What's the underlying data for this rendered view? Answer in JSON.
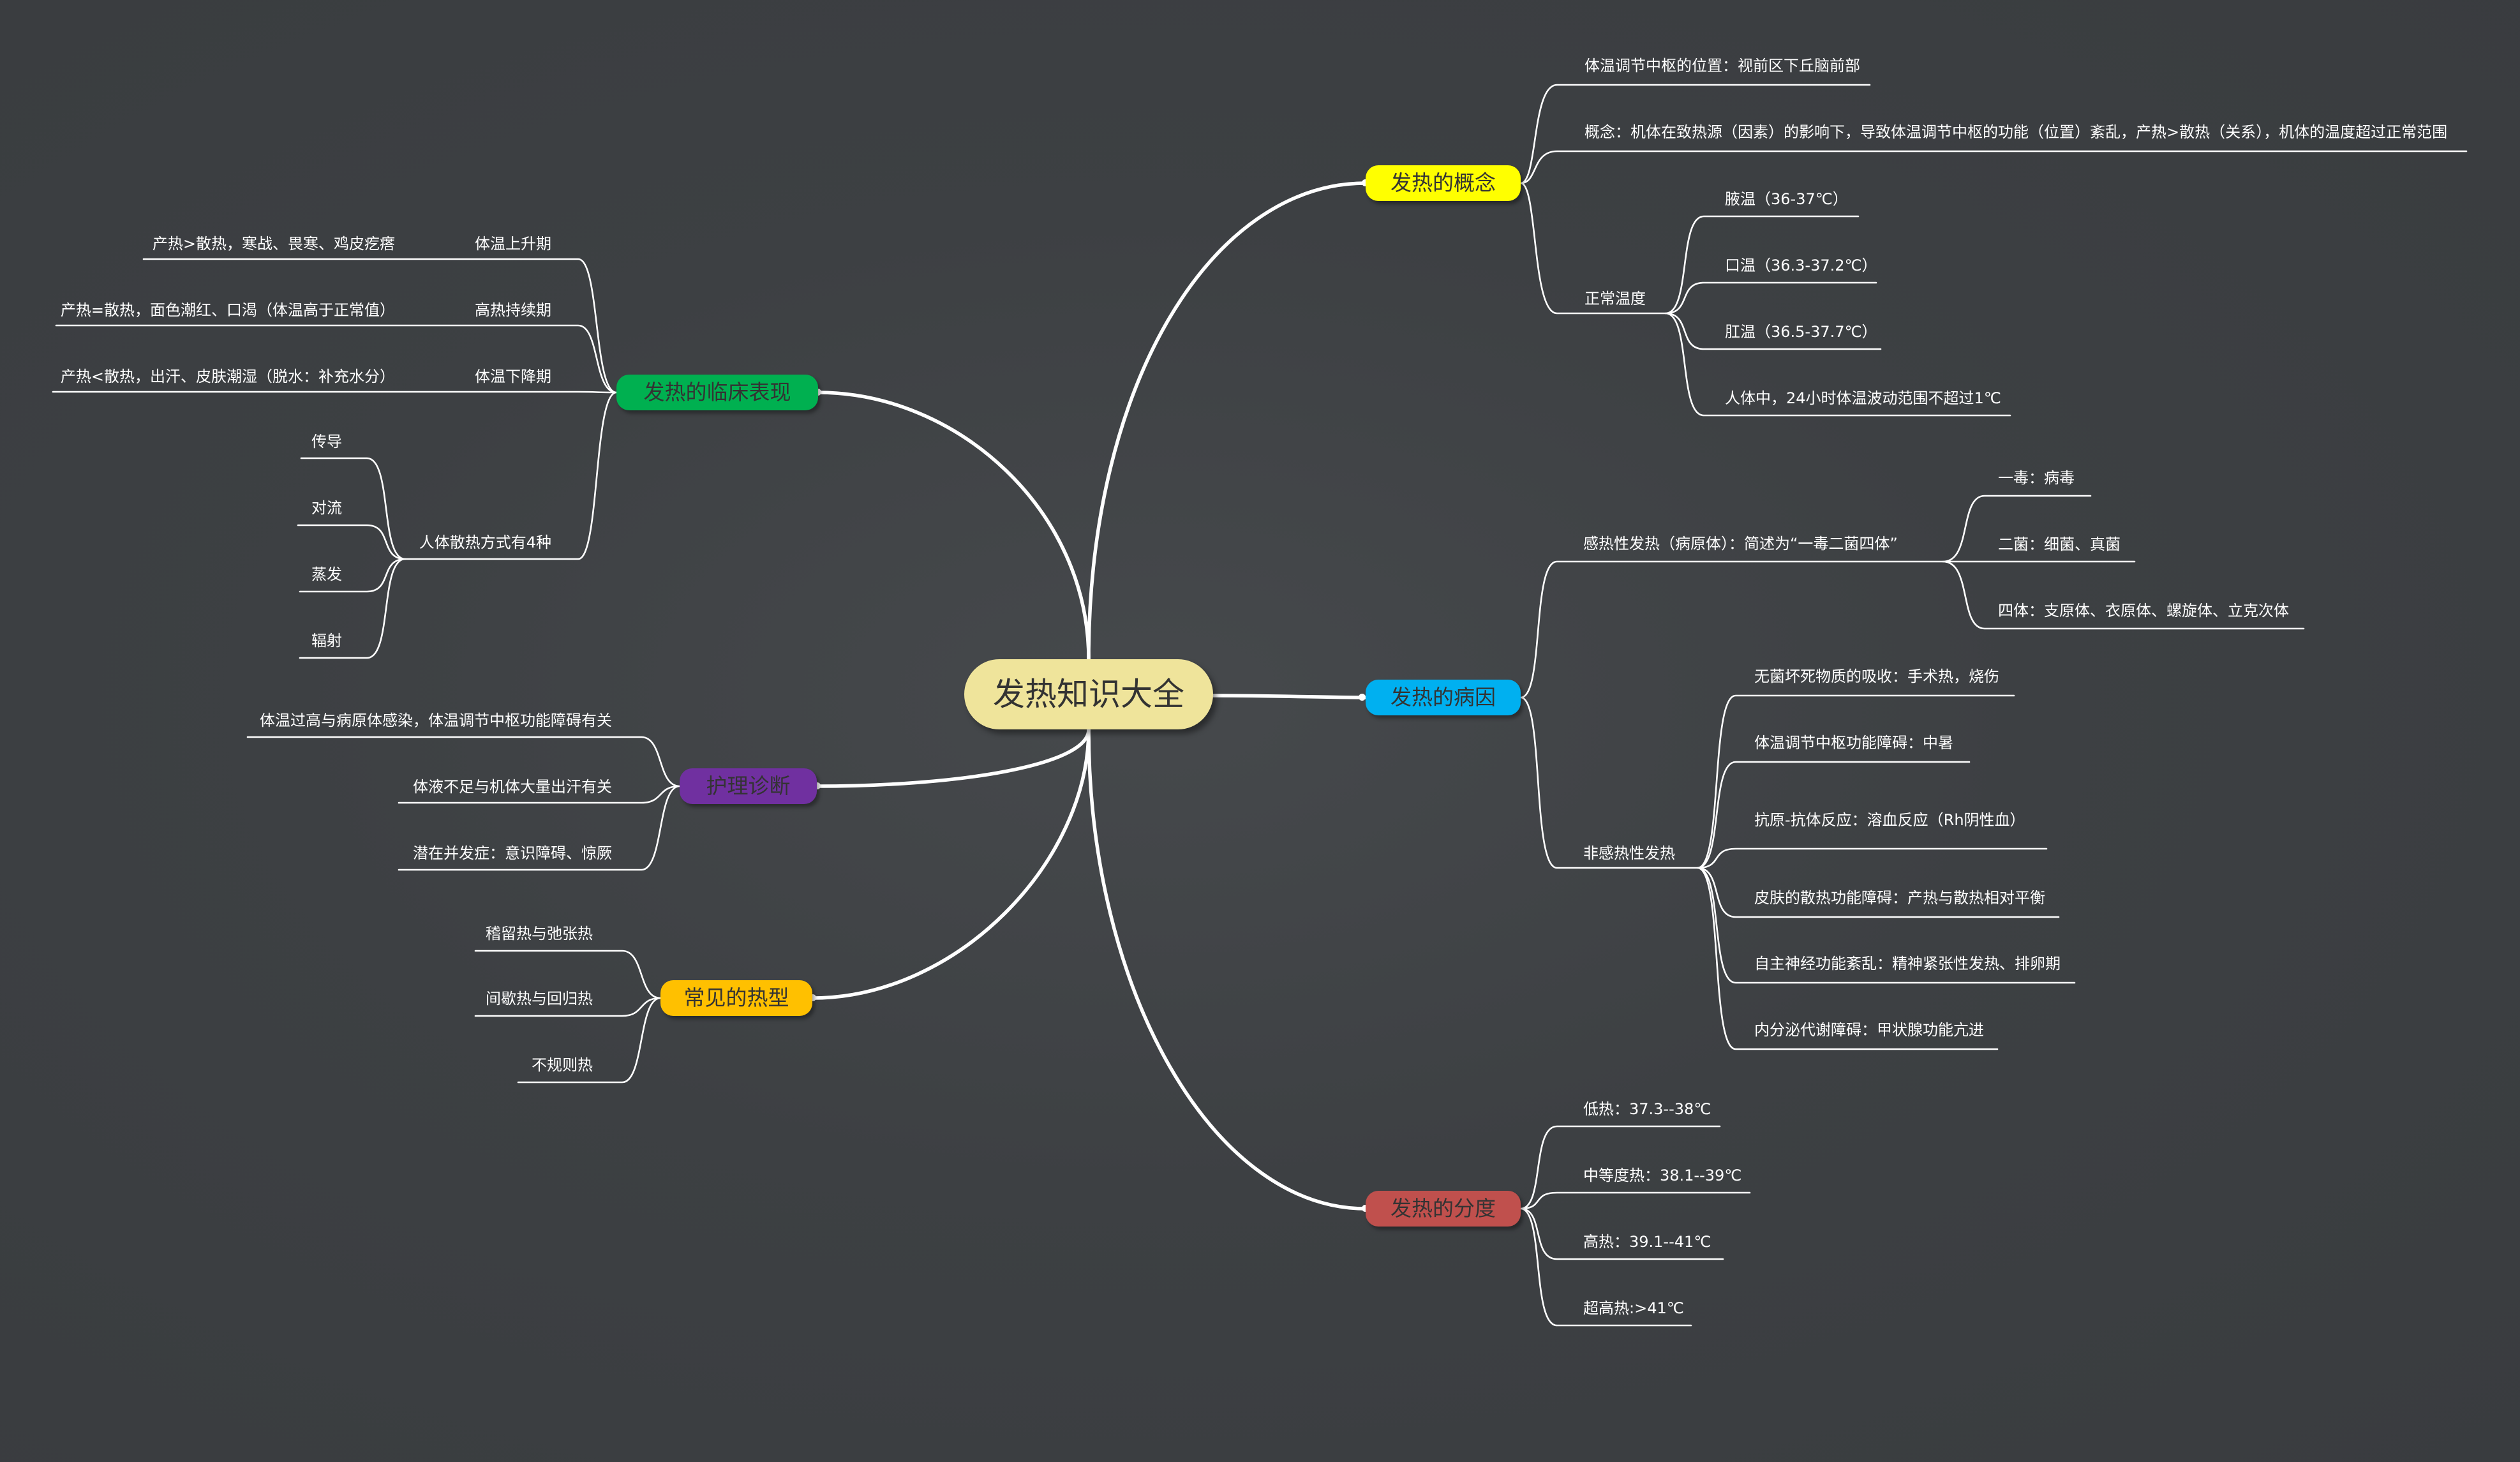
{
  "root": {
    "title": "发热知识大全",
    "color": "#efe49b"
  },
  "branches": {
    "concept": {
      "label": "发热的概念",
      "color": "#ffff00",
      "text_color": "#333333",
      "items": {
        "center_location": "体温调节中枢的位置：视前区下丘脑前部",
        "definition": "概念：机体在致热源（因素）的影响下，导致体温调节中枢的功能（位置）紊乱，产热>散热（关系），机体的温度超过正常范围",
        "normal_temp": {
          "label": "正常温度",
          "children": [
            "腋温（36-37℃）",
            "口温（36.3-37.2℃）",
            "肛温（36.5-37.7℃）",
            "人体中，24小时体温波动范围不超过1℃"
          ]
        }
      }
    },
    "cause": {
      "label": "发热的病因",
      "color": "#00b0f0",
      "text_color": "#333333",
      "items": {
        "infectious": {
          "label": "感热性发热（病原体）：简述为“一毒二菌四体”",
          "children": [
            "一毒：病毒",
            "二菌：细菌、真菌",
            "四体：支原体、衣原体、螺旋体、立克次体"
          ]
        },
        "non_infectious": {
          "label": "非感热性发热",
          "children": [
            "无菌坏死物质的吸收：手术热，烧伤",
            "体温调节中枢功能障碍：中暑",
            "抗原-抗体反应：溶血反应（Rh阴性血）",
            "皮肤的散热功能障碍：产热与散热相对平衡",
            "自主神经功能紊乱：精神紧张性发热、排卵期",
            "内分泌代谢障碍：甲状腺功能亢进"
          ]
        }
      }
    },
    "grade": {
      "label": "发热的分度",
      "color": "#c0504d",
      "text_color": "#333333",
      "children": [
        "低热：37.3--38℃",
        "中等度热：38.1--39℃",
        "高热：39.1--41℃",
        "超高热:>41℃"
      ]
    },
    "clinical": {
      "label": "发热的临床表现",
      "color": "#00b050",
      "text_color": "#333333",
      "items": {
        "rise": {
          "label": "体温上升期",
          "desc": "产热>散热，寒战、畏寒、鸡皮疙瘩"
        },
        "high": {
          "label": "高热持续期",
          "desc": "产热=散热，面色潮红、口渴（体温高于正常值）"
        },
        "fall": {
          "label": "体温下降期",
          "desc": "产热<散热，出汗、皮肤潮湿（脱水：补充水分）"
        },
        "dissipation": {
          "label": "人体散热方式有4种",
          "children": [
            "传导",
            "对流",
            "蒸发",
            "辐射"
          ]
        }
      }
    },
    "nursing": {
      "label": "护理诊断",
      "color": "#7030a0",
      "text_color": "#333333",
      "children": [
        "体温过高与病原体感染，体温调节中枢功能障碍有关",
        "体液不足与机体大量出汗有关",
        "潜在并发症：意识障碍、惊厥"
      ]
    },
    "types": {
      "label": "常见的热型",
      "color": "#ffc000",
      "text_color": "#333333",
      "children": [
        "稽留热与弛张热",
        "间歇热与回归热",
        "不规则热"
      ]
    }
  }
}
